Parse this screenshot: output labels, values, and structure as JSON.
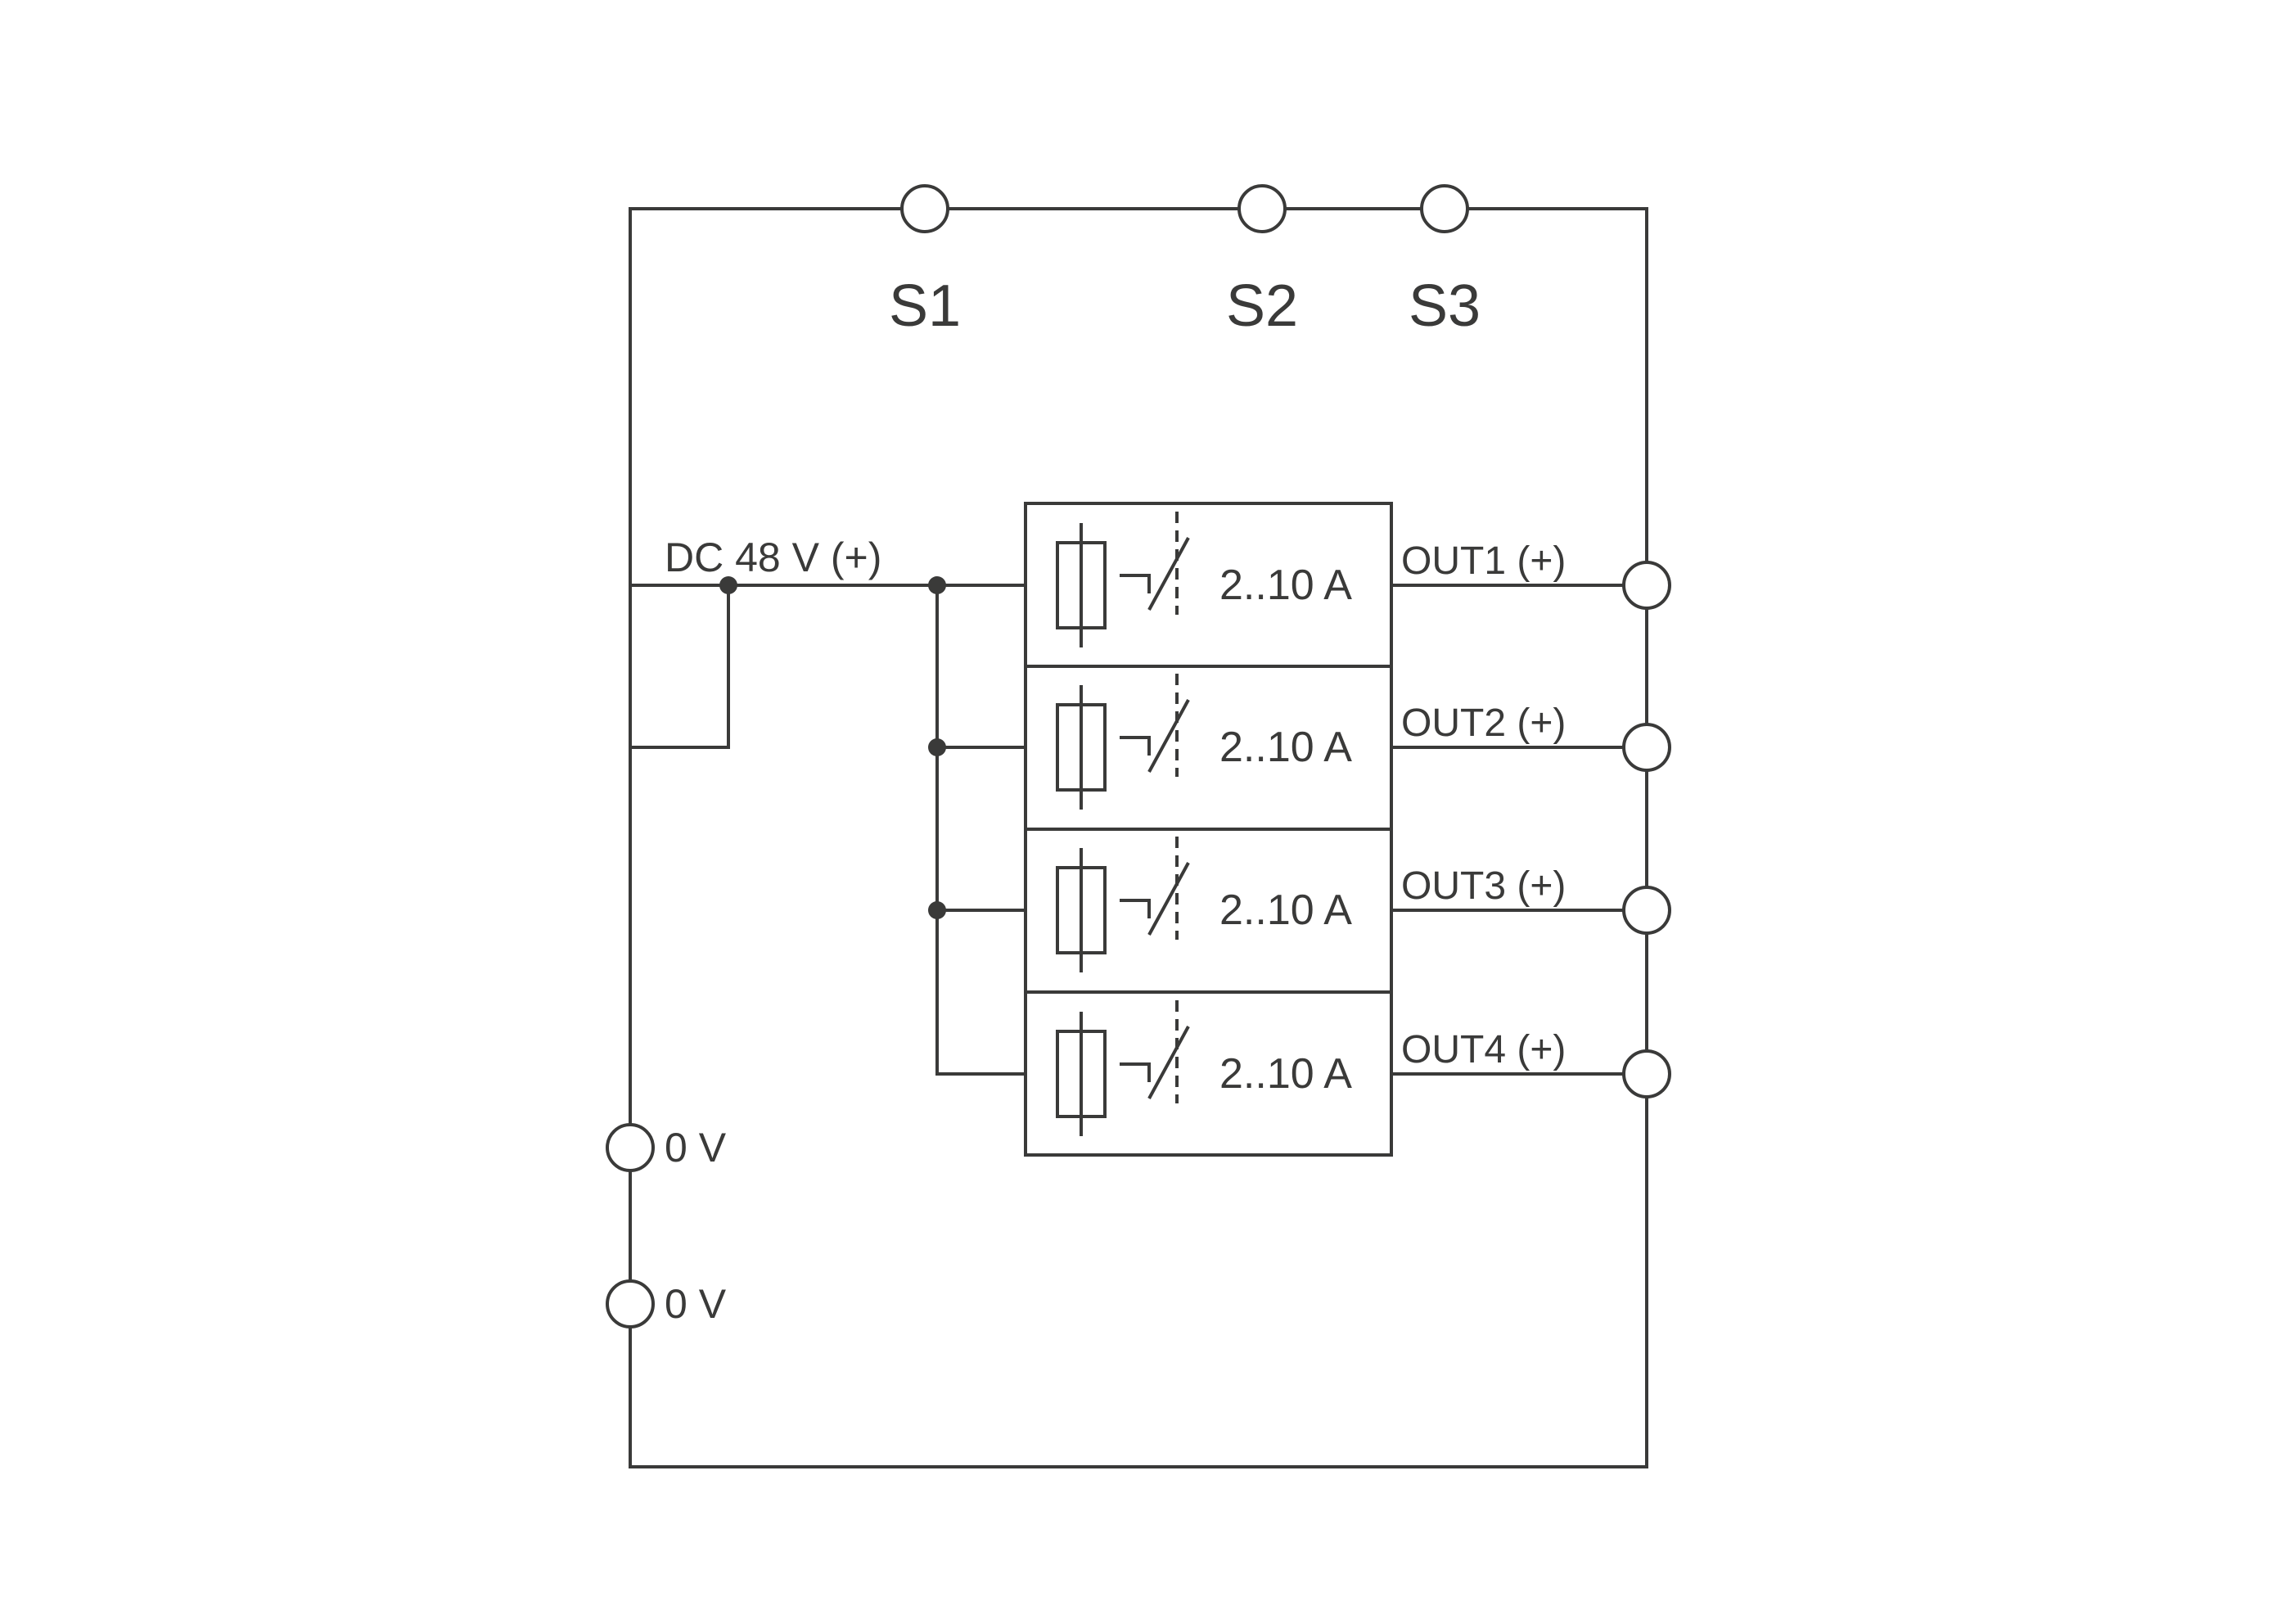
{
  "diagram": {
    "line_color": "#3a3a39",
    "top_terminals": [
      {
        "label": "S1"
      },
      {
        "label": "S2"
      },
      {
        "label": "S3"
      }
    ],
    "input": {
      "label": "DC 48 V (+)"
    },
    "ground_terminals": [
      {
        "label": "0 V"
      },
      {
        "label": "0 V"
      }
    ],
    "channels": [
      {
        "rating": "2..10 A",
        "output_label": "OUT1 (+)"
      },
      {
        "rating": "2..10 A",
        "output_label": "OUT2 (+)"
      },
      {
        "rating": "2..10 A",
        "output_label": "OUT3 (+)"
      },
      {
        "rating": "2..10 A",
        "output_label": "OUT4 (+)"
      }
    ]
  }
}
